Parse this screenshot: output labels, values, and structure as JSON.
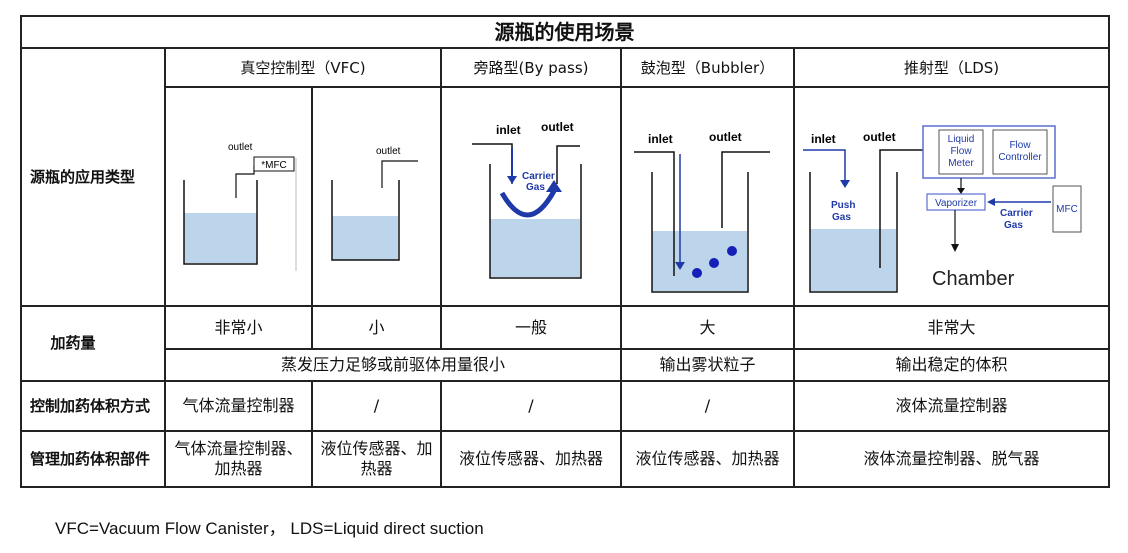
{
  "title": "源瓶的使用场景",
  "columns": {
    "vfc": "真空控制型（VFC)",
    "bypass": "旁路型(By pass)",
    "bubbler": "鼓泡型（Bubbler）",
    "lds": "推射型（LDS)"
  },
  "row_headers": {
    "application_type": "源瓶的应用类型",
    "dosage": "加药量",
    "control_method": "控制加药体积方式",
    "management_parts": "管理加药体积部件"
  },
  "diagrams": {
    "vfc1": {
      "outlet": "outlet",
      "mfc": "*MFC"
    },
    "vfc2": {
      "outlet": "outlet"
    },
    "bypass": {
      "inlet": "inlet",
      "outlet": "outlet",
      "carrier": "Carrier",
      "gas": "Gas"
    },
    "bubbler": {
      "inlet": "inlet",
      "outlet": "outlet"
    },
    "lds": {
      "inlet": "inlet",
      "outlet": "outlet",
      "lfm1": "Liquid",
      "lfm2": "Flow",
      "lfm3": "Meter",
      "fc1": "Flow",
      "fc2": "Controller",
      "vaporizer": "Vaporizer",
      "carrier": "Carrier",
      "gas": "Gas",
      "push": "Push",
      "push_gas": "Gas",
      "mfc": "MFC",
      "chamber": "Chamber"
    }
  },
  "dosage": {
    "vfc1": "非常小",
    "vfc2": "小",
    "bypass": "一般",
    "bubbler": "大",
    "lds": "非常大"
  },
  "dosage_note": {
    "vfc_bypass": "蒸发压力足够或前驱体用量很小",
    "bubbler": "输出雾状粒子",
    "lds": "输出稳定的体积"
  },
  "control_method": {
    "vfc1": "气体流量控制器",
    "vfc2": "/",
    "bypass": "/",
    "bubbler": "/",
    "lds": "液体流量控制器"
  },
  "management_parts": {
    "vfc1": "气体流量控制器、加热器",
    "vfc2": "液位传感器、加热器",
    "bypass": "液位传感器、加热器",
    "bubbler": "液位传感器、加热器",
    "lds": "液体流量控制器、脱气器"
  },
  "footnote": "VFC=Vacuum Flow Canister， LDS=Liquid direct suction",
  "colors": {
    "liquid": "#bcd5ea",
    "arrow": "#1f3aa8",
    "bubble": "#1420b8",
    "box_border": "#5b6fd0"
  }
}
